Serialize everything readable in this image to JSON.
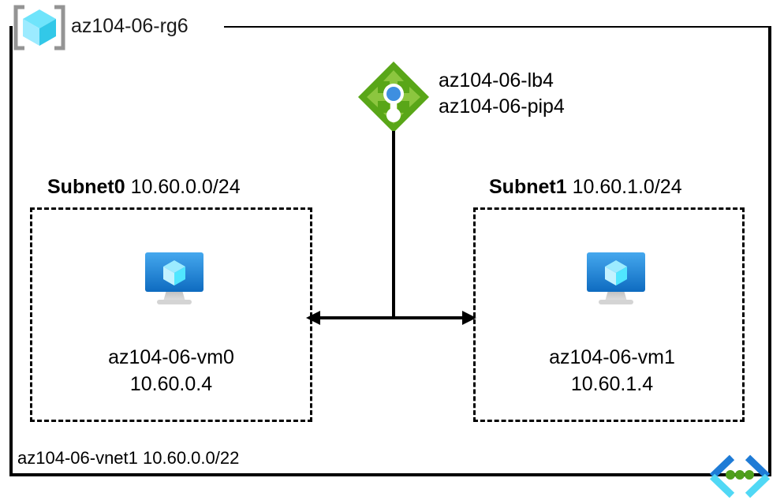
{
  "diagram": {
    "resource_group": {
      "label": "az104-06-rg6",
      "icon": "resource-group-cube-icon"
    },
    "virtual_network": {
      "name": "az104-06-vnet1",
      "address_space": "10.60.0.0/22",
      "label": "az104-06-vnet1 10.60.0.0/22",
      "icon": "virtual-network-icon"
    },
    "load_balancer": {
      "icon": "load-balancer-icon",
      "labels": [
        "az104-06-lb4",
        "az104-06-pip4"
      ]
    },
    "subnets": [
      {
        "name": "Subnet0",
        "cidr": "10.60.0.0/24",
        "vm": {
          "name": "az104-06-vm0",
          "ip": "10.60.0.4",
          "icon": "virtual-machine-icon"
        }
      },
      {
        "name": "Subnet1",
        "cidr": "10.60.1.0/24",
        "vm": {
          "name": "az104-06-vm1",
          "ip": "10.60.1.4",
          "icon": "virtual-machine-icon"
        }
      }
    ],
    "connector": {
      "type": "bidirectional-arrow"
    },
    "colors": {
      "load_balancer_green_dark": "#59A618",
      "load_balancer_green_light": "#7FBA2B",
      "load_balancer_blue": "#3E8FE0",
      "vm_blue_top": "#32A0EA",
      "vm_blue_bottom": "#0E6BC0",
      "cube_cyan": "#50E6FF",
      "cube_cyan_light": "#9CEBFF",
      "bracket_gray": "#949494",
      "vnet_blue": "#1E7BD6",
      "vnet_cyan": "#50D8F5",
      "vnet_green_dot": "#4E9F1C",
      "line_black": "#000000"
    }
  }
}
